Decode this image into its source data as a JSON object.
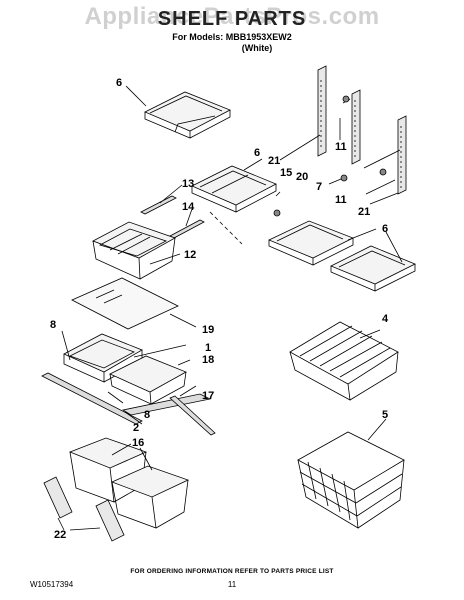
{
  "watermark": "AppliancePartsPros.com",
  "title": "SHELF PARTS",
  "models_line": "For Models: MBB1953XEW2",
  "color_line": "(White)",
  "callouts": [
    "6",
    "21",
    "11",
    "20",
    "7",
    "11",
    "21",
    "6",
    "15",
    "13",
    "14",
    "12",
    "6",
    "19",
    "8",
    "1",
    "18",
    "17",
    "8",
    "2",
    "4",
    "5",
    "16",
    "22"
  ],
  "footer_note": "FOR ORDERING INFORMATION REFER TO PARTS PRICE LIST",
  "doc_number": "W10517394",
  "page_number": "11"
}
